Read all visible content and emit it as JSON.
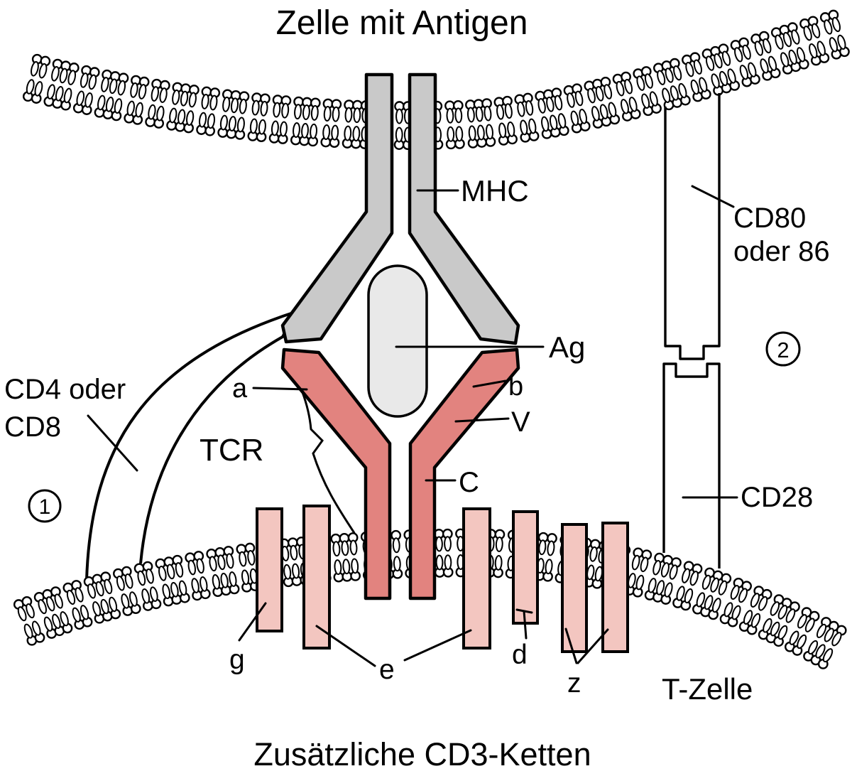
{
  "title": "Zelle mit Antigen",
  "caption": "Zusätzliche CD3-Ketten",
  "labels": {
    "mhc": "MHC",
    "ag": "Ag",
    "chain_a": "a",
    "chain_b": "b",
    "region_v": "V",
    "region_c": "C",
    "tcr": "TCR",
    "cd4cd8_line1": "CD4 oder",
    "cd4cd8_line2": "CD8",
    "circle1": "1",
    "circle2": "2",
    "cd80_line1": "CD80",
    "cd80_line2": "oder 86",
    "cd28": "CD28",
    "tcell": "T-Zelle",
    "chain_g": "g",
    "chain_e": "e",
    "chain_d": "d",
    "chain_z": "z"
  },
  "colors": {
    "mhc_fill": "#c9c9c9",
    "ag_fill": "#e9e9e9",
    "tcr_fill": "#e2837f",
    "cd3_fill": "#f3c6c0",
    "outline": "#000000",
    "background": "#ffffff"
  }
}
